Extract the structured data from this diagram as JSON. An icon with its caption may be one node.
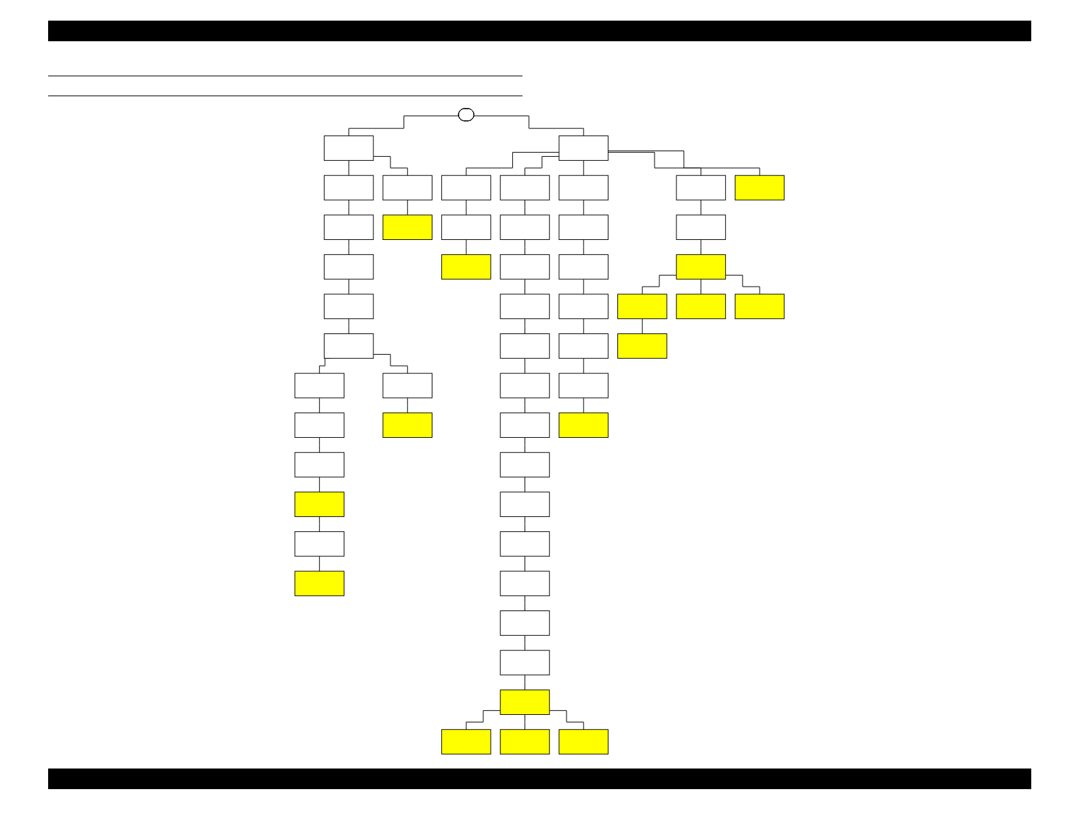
{
  "diagram": {
    "nodes": [
      {
        "text": [],
        "shape": "capsule"
      },
      {
        "text": [],
        "shape": "box"
      },
      {
        "text": [],
        "shape": "box"
      },
      {
        "text": [],
        "shape": "box"
      },
      {
        "text": [],
        "shape": "box"
      },
      {
        "text": [],
        "shape": "box"
      },
      {
        "text": [],
        "shape": "box"
      },
      {
        "text": [],
        "shape": "box"
      },
      {
        "text": [],
        "shape": "box"
      },
      {
        "text": [],
        "shape": "box"
      },
      {
        "text": [],
        "shape": "box"
      },
      {
        "text": [],
        "shape": "box"
      },
      {
        "text": [],
        "shape": "box"
      },
      {
        "text": [],
        "shape": "box"
      },
      {
        "text": [],
        "shape": "box"
      },
      {
        "text": [],
        "shape": "box"
      },
      {
        "text": [],
        "shape": "box"
      },
      {
        "text": [],
        "shape": "box"
      },
      {
        "text": [],
        "shape": "box"
      },
      {
        "text": [],
        "shape": "box"
      },
      {
        "text": [],
        "shape": "box"
      },
      {
        "text": [],
        "shape": "box"
      },
      {
        "text": [],
        "shape": "box"
      },
      {
        "text": [],
        "shape": "box"
      },
      {
        "text": [],
        "shape": "box"
      },
      {
        "text": [],
        "shape": "box"
      },
      {
        "text": [],
        "shape": "box"
      },
      {
        "text": [],
        "shape": "box"
      },
      {
        "text": [],
        "shape": "box"
      },
      {
        "text": [],
        "shape": "box"
      },
      {
        "text": [],
        "shape": "box"
      },
      {
        "text": [],
        "shape": "box"
      },
      {
        "text": [],
        "shape": "box"
      },
      {
        "text": [],
        "shape": "box"
      },
      {
        "text": [],
        "shape": "box"
      },
      {
        "text": [],
        "shape": "box"
      },
      {
        "text": [],
        "shape": "box"
      },
      {
        "text": [],
        "shape": "box"
      },
      {
        "text": [],
        "shape": "box"
      },
      {
        "text": [],
        "shape": "box"
      },
      {
        "text": [],
        "shape": "box"
      },
      {
        "text": [],
        "shape": "box"
      },
      {
        "text": [],
        "shape": "box"
      },
      {
        "text": [],
        "shape": "box"
      },
      {
        "text": [],
        "shape": "box"
      },
      {
        "text": [],
        "shape": "box"
      },
      {
        "text": [],
        "shape": "box"
      },
      {
        "text": [],
        "shape": "box"
      },
      {
        "text": [],
        "shape": "box"
      },
      {
        "text": [],
        "shape": "box"
      },
      {
        "text": [],
        "shape": "box"
      },
      {
        "text": [],
        "shape": "box"
      },
      {
        "text": [],
        "shape": "box"
      }
    ],
    "edges": [
      {
        "from": 0,
        "to": 1,
        "arrow": "none"
      },
      {
        "from": 0,
        "to": 2,
        "arrow": "none"
      },
      {
        "from": 1,
        "to": 3,
        "arrow": "none"
      },
      {
        "from": 1,
        "to": 4,
        "arrow": "none"
      },
      {
        "from": 3,
        "to": 5,
        "arrow": "none"
      },
      {
        "from": 4,
        "to": 6,
        "arrow": "none"
      },
      {
        "from": 5,
        "to": 7,
        "arrow": "none"
      },
      {
        "from": 7,
        "to": 8,
        "arrow": "none"
      },
      {
        "from": 8,
        "to": 9,
        "arrow": "none"
      },
      {
        "from": 9,
        "to": 10,
        "arrow": "none"
      },
      {
        "from": 9,
        "to": 11,
        "arrow": "none"
      },
      {
        "from": 10,
        "to": 12,
        "arrow": "none"
      },
      {
        "from": 11,
        "to": 13,
        "arrow": "none"
      },
      {
        "from": 12,
        "to": 14,
        "arrow": "none"
      },
      {
        "from": 14,
        "to": 15,
        "arrow": "none"
      },
      {
        "from": 15,
        "to": 16,
        "arrow": "none"
      },
      {
        "from": 16,
        "to": 17,
        "arrow": "none"
      },
      {
        "from": 2,
        "to": 18,
        "arrow": "none"
      },
      {
        "from": 2,
        "to": 19,
        "arrow": "none"
      },
      {
        "from": 2,
        "to": 20,
        "arrow": "none"
      },
      {
        "from": 2,
        "to": 21,
        "arrow": "none"
      },
      {
        "from": 2,
        "to": 22,
        "arrow": "none"
      },
      {
        "from": 18,
        "to": 23,
        "arrow": "none"
      },
      {
        "from": 23,
        "to": 24,
        "arrow": "none"
      },
      {
        "from": 19,
        "to": 25,
        "arrow": "none"
      },
      {
        "from": 25,
        "to": 26,
        "arrow": "none"
      },
      {
        "from": 26,
        "to": 27,
        "arrow": "none"
      },
      {
        "from": 27,
        "to": 28,
        "arrow": "none"
      },
      {
        "from": 28,
        "to": 29,
        "arrow": "none"
      },
      {
        "from": 29,
        "to": 30,
        "arrow": "none"
      },
      {
        "from": 30,
        "to": 31,
        "arrow": "none"
      },
      {
        "from": 31,
        "to": 32,
        "arrow": "none"
      },
      {
        "from": 32,
        "to": 33,
        "arrow": "none"
      },
      {
        "from": 33,
        "to": 34,
        "arrow": "none"
      },
      {
        "from": 34,
        "to": 35,
        "arrow": "none"
      },
      {
        "from": 35,
        "to": 42,
        "arrow": "none"
      },
      {
        "from": 20,
        "to": 36,
        "arrow": "none"
      },
      {
        "from": 36,
        "to": 37,
        "arrow": "none"
      },
      {
        "from": 37,
        "to": 38,
        "arrow": "none"
      },
      {
        "from": 38,
        "to": 39,
        "arrow": "none"
      },
      {
        "from": 39,
        "to": 40,
        "arrow": "none"
      },
      {
        "from": 40,
        "to": 41,
        "arrow": "none"
      },
      {
        "from": 42,
        "to": 43,
        "arrow": "none"
      },
      {
        "from": 43,
        "to": 44,
        "arrow": "none"
      },
      {
        "from": 43,
        "to": 45,
        "arrow": "none"
      },
      {
        "from": 43,
        "to": 46,
        "arrow": "none"
      },
      {
        "from": 21,
        "to": 47,
        "arrow": "none"
      },
      {
        "from": 47,
        "to": 48,
        "arrow": "none"
      },
      {
        "from": 48,
        "to": 49,
        "arrow": "none"
      },
      {
        "from": 48,
        "to": 50,
        "arrow": "none"
      },
      {
        "from": 48,
        "to": 52,
        "arrow": "none"
      },
      {
        "from": 49,
        "to": 51,
        "arrow": "none"
      }
    ]
  }
}
